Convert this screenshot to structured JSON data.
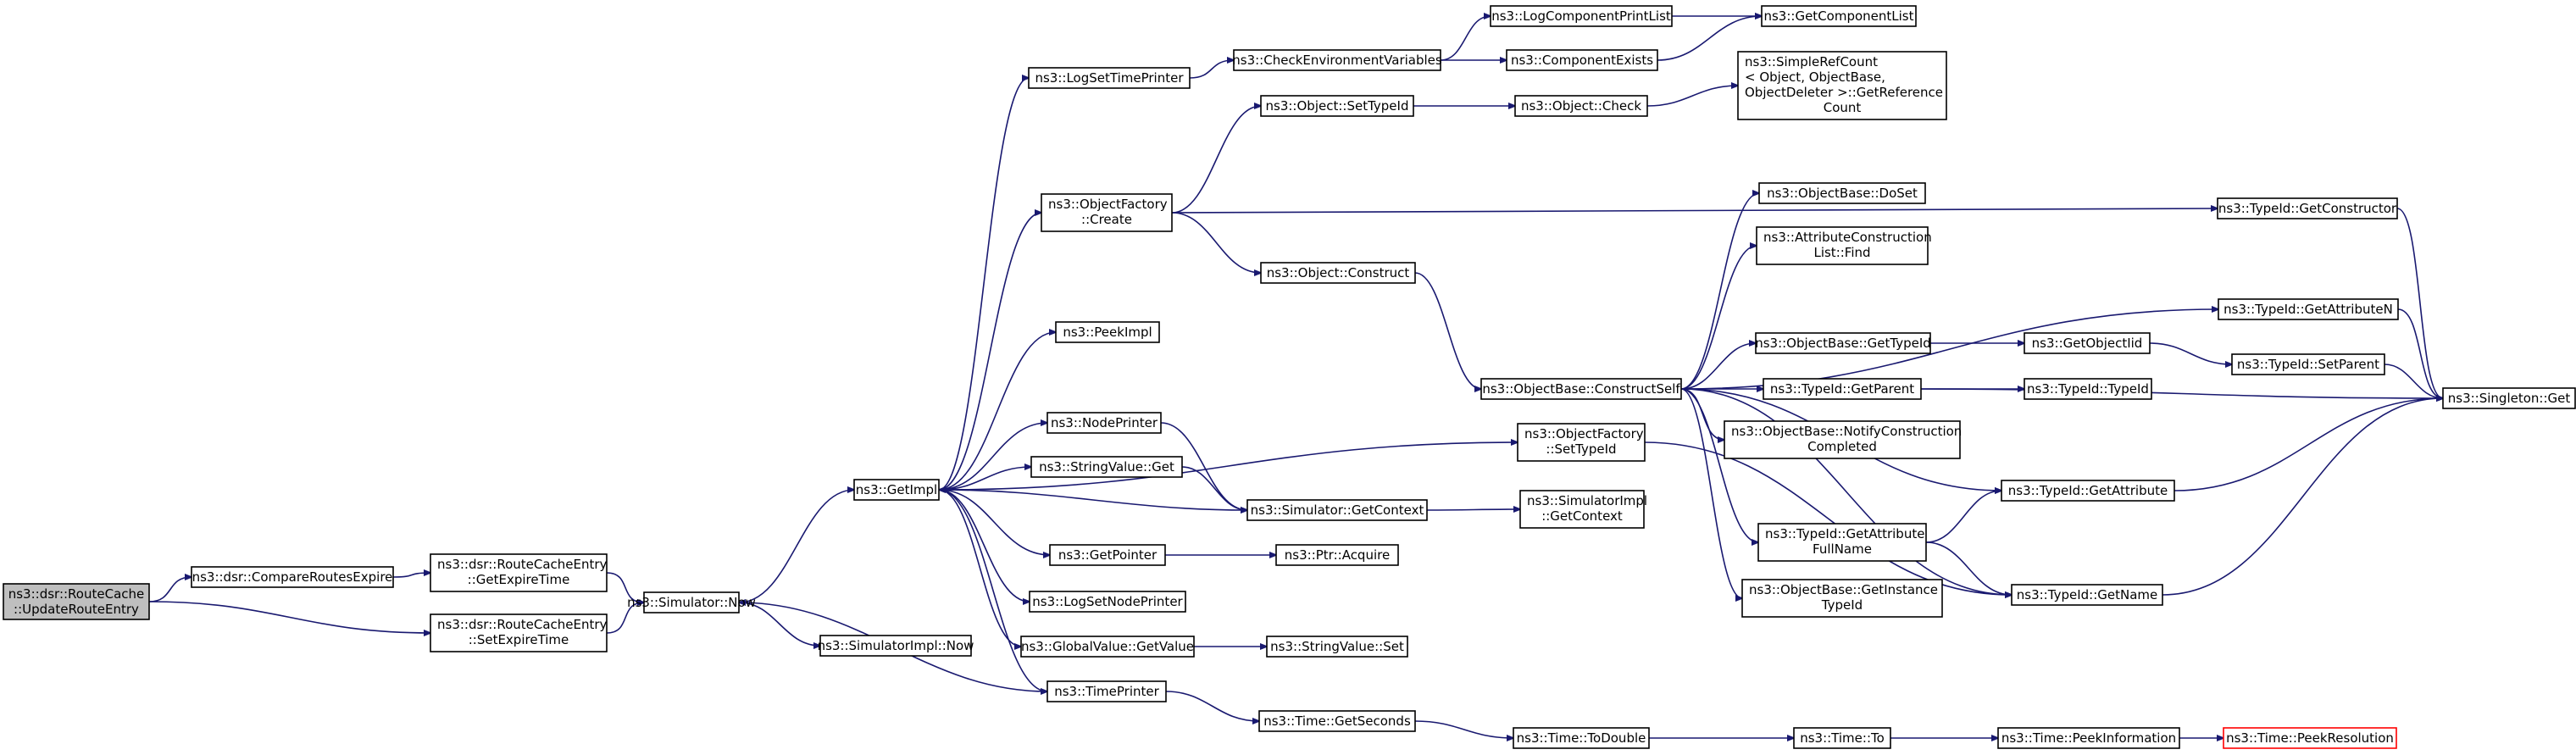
{
  "diagram": {
    "type": "call-graph",
    "nodes": [
      {
        "id": "root",
        "lines": [
          "ns3::dsr::RouteCache",
          "::UpdateRouteEntry"
        ],
        "style": "root"
      },
      {
        "id": "compare",
        "lines": [
          "ns3::dsr::CompareRoutesExpire"
        ]
      },
      {
        "id": "getexp",
        "lines": [
          "ns3::dsr::RouteCacheEntry",
          "::GetExpireTime"
        ]
      },
      {
        "id": "setexp",
        "lines": [
          "ns3::dsr::RouteCacheEntry",
          "::SetExpireTime"
        ]
      },
      {
        "id": "simnow",
        "lines": [
          "ns3::Simulator::Now"
        ]
      },
      {
        "id": "simimplnow",
        "lines": [
          "ns3::SimulatorImpl::Now"
        ]
      },
      {
        "id": "getimpl",
        "lines": [
          "ns3::GetImpl"
        ]
      },
      {
        "id": "logsettime",
        "lines": [
          "ns3::LogSetTimePrinter"
        ]
      },
      {
        "id": "ofcreate",
        "lines": [
          "ns3::ObjectFactory",
          "::Create"
        ]
      },
      {
        "id": "peekimpl",
        "lines": [
          "ns3::PeekImpl"
        ]
      },
      {
        "id": "nodeprinter",
        "lines": [
          "ns3::NodePrinter"
        ]
      },
      {
        "id": "strget",
        "lines": [
          "ns3::StringValue::Get"
        ]
      },
      {
        "id": "getpointer",
        "lines": [
          "ns3::GetPointer"
        ]
      },
      {
        "id": "logsetnode",
        "lines": [
          "ns3::LogSetNodePrinter"
        ]
      },
      {
        "id": "gvget",
        "lines": [
          "ns3::GlobalValue::GetValue"
        ]
      },
      {
        "id": "timeprinter",
        "lines": [
          "ns3::TimePrinter"
        ]
      },
      {
        "id": "checkenv",
        "lines": [
          "ns3::CheckEnvironmentVariables"
        ]
      },
      {
        "id": "objsettid",
        "lines": [
          "ns3::Object::SetTypeId"
        ]
      },
      {
        "id": "objconstruct",
        "lines": [
          "ns3::Object::Construct"
        ]
      },
      {
        "id": "simgetctx",
        "lines": [
          "ns3::Simulator::GetContext"
        ]
      },
      {
        "id": "ptracq",
        "lines": [
          "ns3::Ptr::Acquire"
        ]
      },
      {
        "id": "strset",
        "lines": [
          "ns3::StringValue::Set"
        ]
      },
      {
        "id": "timegetsec",
        "lines": [
          "ns3::Time::GetSeconds"
        ]
      },
      {
        "id": "lcprint",
        "lines": [
          "ns3::LogComponentPrintList"
        ]
      },
      {
        "id": "compexists",
        "lines": [
          "ns3::ComponentExists"
        ]
      },
      {
        "id": "objcheck",
        "lines": [
          "ns3::Object::Check"
        ]
      },
      {
        "id": "obconstructself",
        "lines": [
          "ns3::ObjectBase::ConstructSelf"
        ]
      },
      {
        "id": "ofsettid",
        "lines": [
          "ns3::ObjectFactory",
          "::SetTypeId"
        ]
      },
      {
        "id": "simimplctx",
        "lines": [
          "ns3::SimulatorImpl",
          "::GetContext"
        ]
      },
      {
        "id": "timetodouble",
        "lines": [
          "ns3::Time::ToDouble"
        ]
      },
      {
        "id": "getcomplist",
        "lines": [
          "ns3::GetComponentList"
        ]
      },
      {
        "id": "simplerefcount",
        "lines": [
          "ns3::SimpleRefCount",
          "< Object, ObjectBase,",
          "ObjectDeleter >::GetReference",
          "Count"
        ]
      },
      {
        "id": "obdoset",
        "lines": [
          "ns3::ObjectBase::DoSet"
        ]
      },
      {
        "id": "attrfind",
        "lines": [
          "ns3::AttributeConstruction",
          "List::Find"
        ]
      },
      {
        "id": "obgettid",
        "lines": [
          "ns3::ObjectBase::GetTypeId"
        ]
      },
      {
        "id": "tidgetparent",
        "lines": [
          "ns3::TypeId::GetParent"
        ]
      },
      {
        "id": "obnotify",
        "lines": [
          "ns3::ObjectBase::NotifyConstruction",
          "Completed"
        ]
      },
      {
        "id": "tidgetattrfull",
        "lines": [
          "ns3::TypeId::GetAttribute",
          "FullName"
        ]
      },
      {
        "id": "obgetinst",
        "lines": [
          "ns3::ObjectBase::GetInstance",
          "TypeId"
        ]
      },
      {
        "id": "timeto",
        "lines": [
          "ns3::Time::To"
        ]
      },
      {
        "id": "getobjectiid",
        "lines": [
          "ns3::GetObjectIid"
        ]
      },
      {
        "id": "tidtid",
        "lines": [
          "ns3::TypeId::TypeId"
        ]
      },
      {
        "id": "tidgetattr",
        "lines": [
          "ns3::TypeId::GetAttribute"
        ]
      },
      {
        "id": "tidgetname",
        "lines": [
          "ns3::TypeId::GetName"
        ]
      },
      {
        "id": "timepeekinfo",
        "lines": [
          "ns3::Time::PeekInformation"
        ]
      },
      {
        "id": "tidgetctor",
        "lines": [
          "ns3::TypeId::GetConstructor"
        ]
      },
      {
        "id": "tidgetattrn",
        "lines": [
          "ns3::TypeId::GetAttributeN"
        ]
      },
      {
        "id": "tidsetparent",
        "lines": [
          "ns3::TypeId::SetParent"
        ]
      },
      {
        "id": "timepeekres",
        "lines": [
          "ns3::Time::PeekResolution"
        ],
        "style": "truncated"
      },
      {
        "id": "singleton",
        "lines": [
          "ns3::Singleton::Get"
        ]
      }
    ],
    "edges": [
      [
        "root",
        "compare"
      ],
      [
        "root",
        "setexp"
      ],
      [
        "compare",
        "getexp"
      ],
      [
        "getexp",
        "simnow"
      ],
      [
        "setexp",
        "simnow"
      ],
      [
        "simnow",
        "getimpl"
      ],
      [
        "simnow",
        "simimplnow"
      ],
      [
        "getimpl",
        "logsettime"
      ],
      [
        "getimpl",
        "ofcreate"
      ],
      [
        "getimpl",
        "peekimpl"
      ],
      [
        "getimpl",
        "ofsettid"
      ],
      [
        "getimpl",
        "nodeprinter"
      ],
      [
        "getimpl",
        "strget"
      ],
      [
        "getimpl",
        "getpointer"
      ],
      [
        "getimpl",
        "logsetnode"
      ],
      [
        "getimpl",
        "gvget"
      ],
      [
        "getimpl",
        "timeprinter"
      ],
      [
        "logsettime",
        "checkenv"
      ],
      [
        "checkenv",
        "lcprint"
      ],
      [
        "checkenv",
        "compexists"
      ],
      [
        "lcprint",
        "getcomplist"
      ],
      [
        "compexists",
        "getcomplist"
      ],
      [
        "ofcreate",
        "objsettid"
      ],
      [
        "ofcreate",
        "tidgetctor"
      ],
      [
        "ofcreate",
        "objconstruct"
      ],
      [
        "objsettid",
        "objcheck"
      ],
      [
        "objcheck",
        "simplerefcount"
      ],
      [
        "objconstruct",
        "obconstructself"
      ],
      [
        "obconstructself",
        "obdoset"
      ],
      [
        "obconstructself",
        "attrfind"
      ],
      [
        "obconstructself",
        "tidgetattrn"
      ],
      [
        "obconstructself",
        "obgettid"
      ],
      [
        "obconstructself",
        "tidgetparent"
      ],
      [
        "obconstructself",
        "obnotify"
      ],
      [
        "obconstructself",
        "tidgetattr"
      ],
      [
        "obconstructself",
        "tidgetattrfull"
      ],
      [
        "obconstructself",
        "obgetinst"
      ],
      [
        "obconstructself",
        "tidgetname"
      ],
      [
        "obgettid",
        "getobjectiid"
      ],
      [
        "getobjectiid",
        "tidsetparent"
      ],
      [
        "tidgetparent",
        "tidtid"
      ],
      [
        "tidgetparent",
        "singleton"
      ],
      [
        "tidgetctor",
        "singleton"
      ],
      [
        "tidgetattrn",
        "singleton"
      ],
      [
        "tidsetparent",
        "singleton"
      ],
      [
        "tidgetattr",
        "singleton"
      ],
      [
        "tidgetname",
        "singleton"
      ],
      [
        "tidgetattrfull",
        "tidgetattr"
      ],
      [
        "tidgetattrfull",
        "tidgetname"
      ],
      [
        "ofsettid",
        "tidgetname"
      ],
      [
        "nodeprinter",
        "simgetctx"
      ],
      [
        "strget",
        "simgetctx"
      ],
      [
        "simgetctx",
        "getimpl"
      ],
      [
        "simgetctx",
        "simimplctx"
      ],
      [
        "getpointer",
        "ptracq"
      ],
      [
        "gvget",
        "strset"
      ],
      [
        "timeprinter",
        "simnow"
      ],
      [
        "timeprinter",
        "timegetsec"
      ],
      [
        "timegetsec",
        "timetodouble"
      ],
      [
        "timetodouble",
        "timeto"
      ],
      [
        "timeto",
        "timepeekinfo"
      ],
      [
        "timepeekinfo",
        "timepeekres"
      ]
    ]
  }
}
